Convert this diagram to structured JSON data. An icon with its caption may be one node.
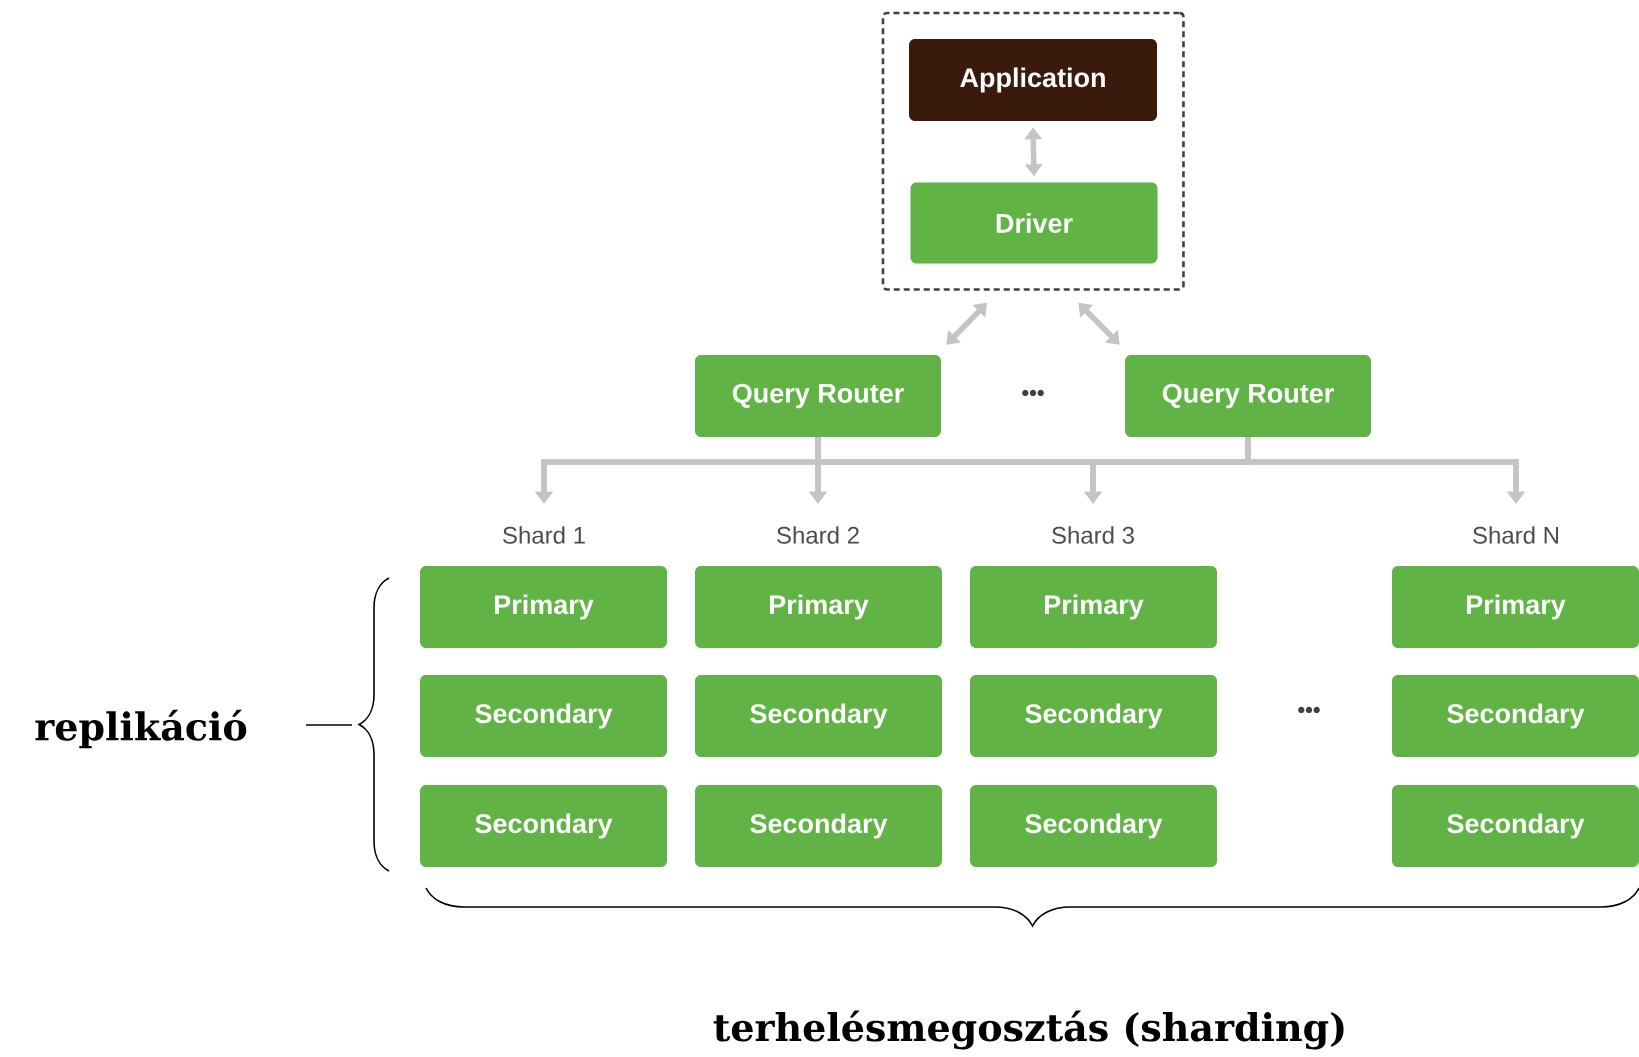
{
  "diagram": {
    "nodes": [
      {
        "text": [],
        "shape": "box"
      },
      {
        "text": [
          "Application"
        ],
        "in": 0
      },
      {
        "text": [
          "Driver"
        ],
        "in": 0
      },
      {
        "text": [
          "Query Router"
        ]
      },
      {
        "text": [
          "Query Router"
        ]
      },
      {
        "text": [
          "Shard 1"
        ]
      },
      {
        "text": [
          "Shard 2"
        ]
      },
      {
        "text": [
          "Shard 3"
        ]
      },
      {
        "text": [
          "Shard N"
        ]
      },
      {
        "text": [
          "Primary"
        ]
      },
      {
        "text": [
          "Primary"
        ]
      },
      {
        "text": [
          "Primary"
        ]
      },
      {
        "text": [
          "Primary"
        ]
      },
      {
        "text": [
          "Secondary"
        ]
      },
      {
        "text": [
          "Secondary"
        ]
      },
      {
        "text": [
          "Secondary"
        ]
      },
      {
        "text": [
          "Secondary"
        ]
      },
      {
        "text": [
          "Secondary"
        ]
      },
      {
        "text": [
          "Secondary"
        ]
      },
      {
        "text": [
          "Secondary"
        ]
      },
      {
        "text": [
          "Secondary"
        ]
      }
    ],
    "edges": [
      {
        "from": 1,
        "to": 2,
        "arrow": "both"
      },
      {
        "from": 0,
        "to": 3,
        "arrow": "both"
      },
      {
        "from": 0,
        "to": 4,
        "arrow": "both"
      },
      {
        "from": 3,
        "to": 5,
        "arrow": "to"
      },
      {
        "from": 3,
        "to": 6,
        "arrow": "to"
      },
      {
        "from": 3,
        "to": 7,
        "arrow": "to"
      },
      {
        "from": 3,
        "to": 8,
        "arrow": "to"
      },
      {
        "from": 4,
        "to": 5,
        "arrow": "to"
      },
      {
        "from": 4,
        "to": 6,
        "arrow": "to"
      },
      {
        "from": 4,
        "to": 7,
        "arrow": "to"
      },
      {
        "from": 4,
        "to": 8,
        "arrow": "to"
      }
    ],
    "labels": [
      "•••",
      "•••",
      "replikáció",
      "terhelésmegosztás (sharding)"
    ]
  }
}
